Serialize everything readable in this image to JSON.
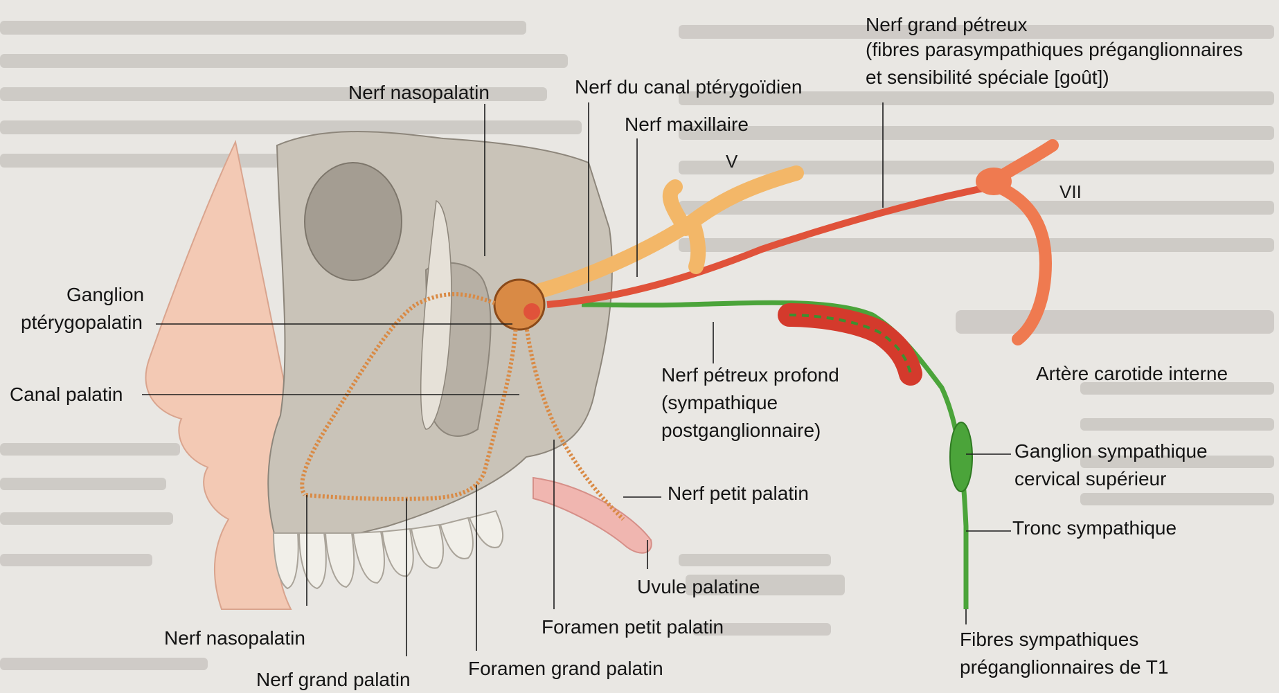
{
  "labels": {
    "nerf_grand_petreux": "Nerf grand pétreux",
    "fibres_parasympathiques": "(fibres parasympathiques préganglionnaires",
    "sensibilite_speciale": "et sensibilité spéciale [goût])",
    "nerf_nasopalatin_top": "Nerf nasopalatin",
    "nerf_canal_pterygoidien": "Nerf du canal ptérygoïdien",
    "nerf_maxillaire": "Nerf maxillaire",
    "ganglion_1": "Ganglion",
    "ganglion_2": "ptérygopalatin",
    "canal_palatin": "Canal palatin",
    "nerf_petreux_profond_1": "Nerf pétreux profond",
    "nerf_petreux_profond_2": "(sympathique",
    "nerf_petreux_profond_3": "postganglionnaire)",
    "artere_carotide": "Artère carotide interne",
    "ganglion_sympathique_1": "Ganglion sympathique",
    "ganglion_sympathique_2": "cervical supérieur",
    "nerf_petit_palatin": "Nerf petit palatin",
    "tronc_sympathique": "Tronc sympathique",
    "uvule_palatine": "Uvule palatine",
    "foramen_petit_palatin": "Foramen petit palatin",
    "nerf_nasopalatin_bottom": "Nerf nasopalatin",
    "foramen_grand_palatin": "Foramen grand palatin",
    "nerf_grand_palatin": "Nerf grand palatin",
    "fibres_sympathiques_1": "Fibres sympathiques",
    "fibres_sympathiques_2": "préganglionnaires de T1",
    "roman_v": "V",
    "roman_vii": "VII"
  },
  "colors": {
    "background": "#e9e7e3",
    "skull": "#c9c3b8",
    "skin": "#f3c9b4",
    "nerve_orange": "#f3b768",
    "artery_red": "#d43a2c",
    "sympathetic_green": "#4ba43a",
    "petrosal_nerve": "#e0523a",
    "ghost_text": "#b9b5b0"
  }
}
